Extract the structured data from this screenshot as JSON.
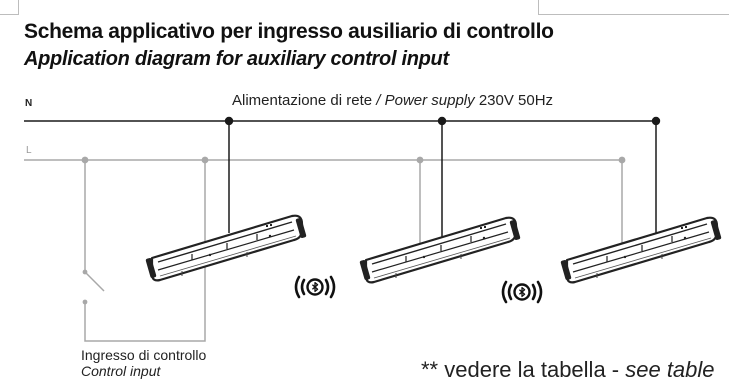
{
  "title_it": "Schema applicativo per ingresso ausiliario di controllo",
  "title_en": "Application diagram for auxiliary control input",
  "lines": {
    "neutral": "N",
    "live": "L"
  },
  "supply": {
    "it": "Alimentazione di rete",
    "sep": " / ",
    "en": "Power supply",
    "rating": "230V 50Hz"
  },
  "control_input": {
    "it": "Ingresso di controllo",
    "en": "Control input"
  },
  "note": {
    "prefix": "** vedere la tabella - ",
    "en": "see table"
  },
  "fixtures": [
    {
      "id": 1
    },
    {
      "id": 2
    },
    {
      "id": 3
    }
  ],
  "icons": {
    "wireless": "bluetooth-icon"
  },
  "colors": {
    "neutral_line": "#1a1a1a",
    "live_line": "#a8a8a8",
    "fixture": "#222222"
  }
}
